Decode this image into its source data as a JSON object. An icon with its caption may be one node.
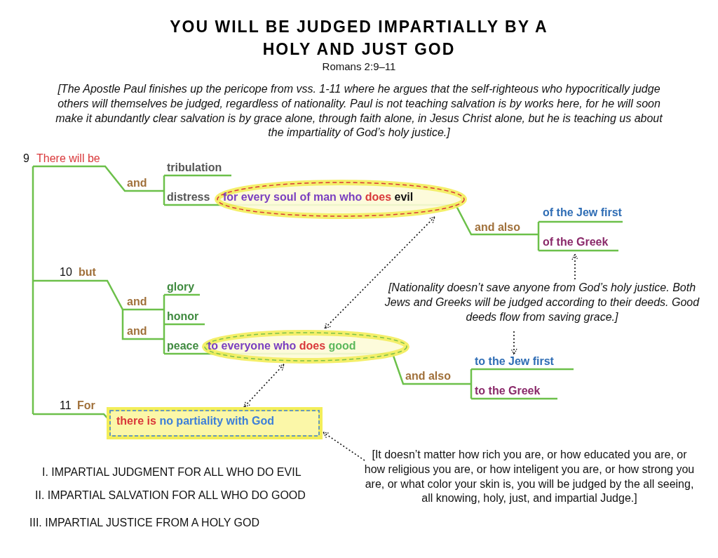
{
  "diagram": {
    "title": "YOU WILL BE JUDGED IMPARTIALLY BY A HOLY AND JUST GOD",
    "nodes": [
      {
        "text": [
          "for every soul of man who",
          "does",
          "evil"
        ]
      },
      {
        "text": [
          "of the Jew first"
        ]
      },
      {
        "text": [
          "of the Greek"
        ]
      },
      {
        "text": [
          "[Nationality doesn’t save anyone from God’s holy justice. Both Jews and Greeks will be judged according to their deeds. Good deeds flow from saving grace.]"
        ]
      },
      {
        "text": [
          "to everyone who",
          "does",
          "good"
        ]
      },
      {
        "text": [
          "to the Jew first"
        ]
      },
      {
        "text": [
          "to the Greek"
        ]
      },
      {
        "text": [
          "there is",
          "no partiality with God"
        ]
      },
      {
        "text": [
          "[It doesn’t matter how rich you are, or how educated you are, or how religious you are, or how inteligent you are, or how strong you are, or what color your skin is, you will be judged by the all seeing, all knowing, holy, just, and impartial Judge.]"
        ]
      }
    ],
    "edges": [
      {
        "from": 0,
        "to": 4,
        "arrow": "both"
      },
      {
        "from": 3,
        "to": 2,
        "arrow": "to"
      },
      {
        "from": 3,
        "to": 5,
        "arrow": "to"
      },
      {
        "from": 4,
        "to": 7,
        "arrow": "both"
      },
      {
        "from": 8,
        "to": 7,
        "arrow": "to"
      }
    ],
    "labels": [
      "Romans 2:9–11",
      "[The Apostle Paul finishes up the pericope from vss. 1-11 where he argues that the self-righteous who hypocritically judge others will themselves be judged, regardless of nationality. Paul is not teaching salvation is by works here, for he will soon make it abundantly clear salvation is by grace alone, through faith alone, in Jesus Christ alone, but he is teaching us about the impartiality of God’s holy justice.]",
      "9",
      "There will be",
      "tribulation",
      "and",
      "distress",
      "and also",
      "10",
      "but",
      "glory",
      "and",
      "honor",
      "and",
      "peace",
      "and also",
      "11",
      "For",
      "I. IMPARTIAL JUDGMENT FOR ALL WHO DO EVIL",
      "II. IMPARTIAL SALVATION FOR ALL WHO DO GOOD",
      "III. IMPARTIAL JUSTICE FROM A HOLY GOD"
    ]
  }
}
